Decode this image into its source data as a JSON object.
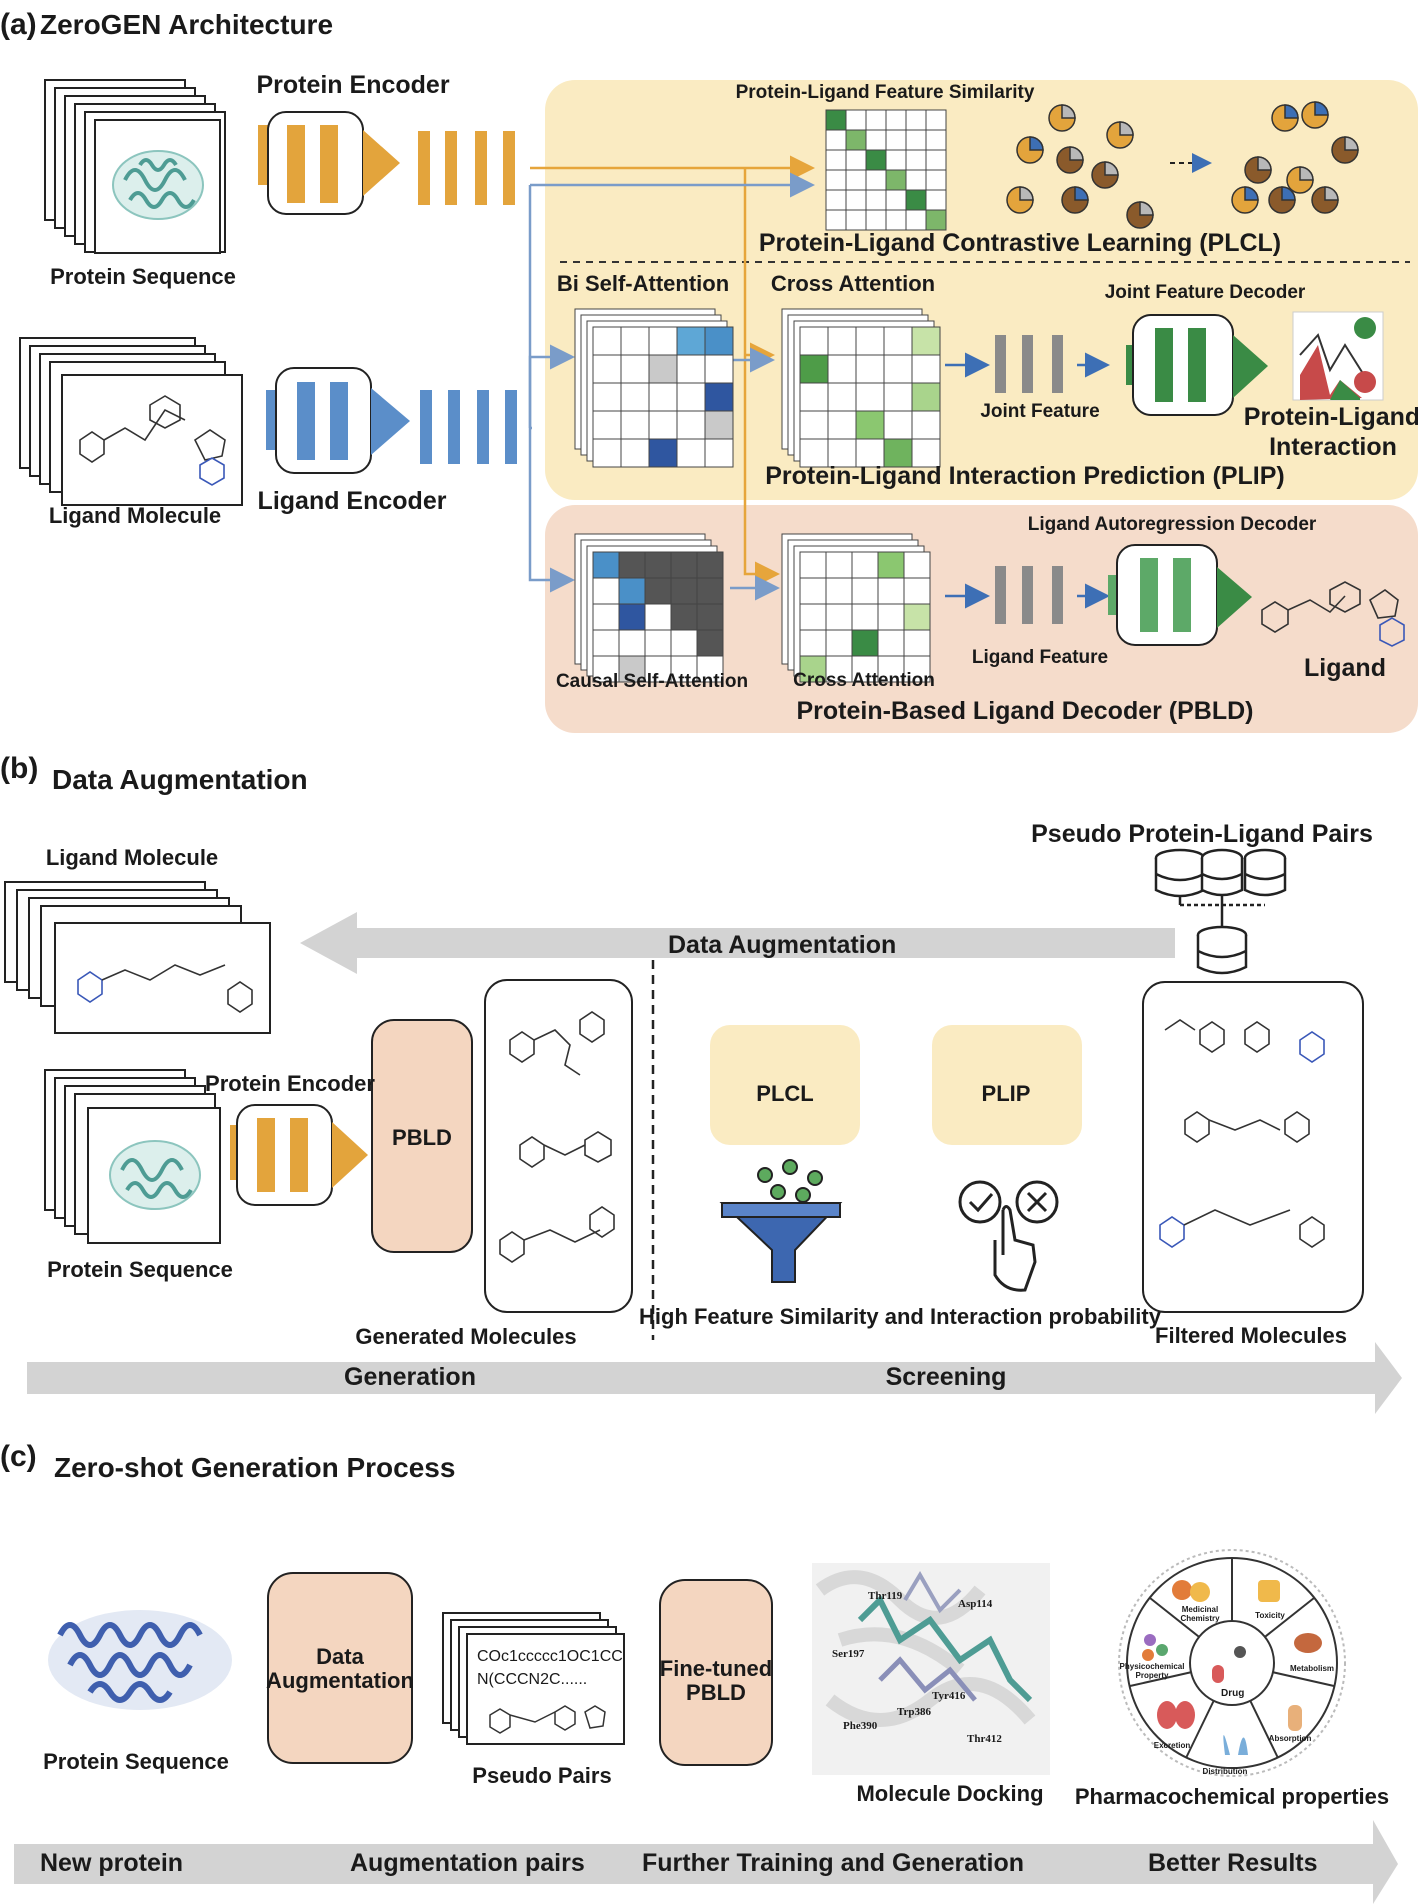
{
  "panel_a": {
    "label": "(a)",
    "title": "ZeroGEN Architecture",
    "protein_sequence": "Protein Sequence",
    "ligand_molecule": "Ligand Molecule",
    "protein_encoder": "Protein Encoder",
    "ligand_encoder": "Ligand Encoder",
    "pl_feature_similarity": "Protein-Ligand Feature Similarity",
    "plcl": "Protein-Ligand Contrastive Learning (PLCL)",
    "bi_self_attention": "Bi Self-Attention",
    "cross_attention_1": "Cross Attention",
    "joint_feature_decoder": "Joint Feature Decoder",
    "joint_feature": "Joint Feature",
    "pl_interaction_line1": "Protein-Ligand",
    "pl_interaction_line2": "Interaction",
    "plip": "Protein-Ligand Interaction Prediction (PLIP)",
    "ligand_autoregression_decoder": "Ligand Autoregression Decoder",
    "causal_self_attention": "Causal Self-Attention",
    "cross_attention_2": "Cross Attention",
    "ligand_feature": "Ligand Feature",
    "ligand": "Ligand",
    "pbld": "Protein-Based Ligand Decoder (PBLD)"
  },
  "panel_b": {
    "label": "(b)",
    "title": "Data Augmentation",
    "ligand_molecule": "Ligand Molecule",
    "protein_sequence": "Protein Sequence",
    "protein_encoder": "Protein Encoder",
    "pbld": "PBLD",
    "generated_molecules": "Generated Molecules",
    "data_augmentation_arrow": "Data Augmentation",
    "pseudo_pairs": "Pseudo Protein-Ligand Pairs",
    "plcl": "PLCL",
    "plip": "PLIP",
    "screening_caption": "High Feature Similarity and Interaction probability",
    "filtered_molecules": "Filtered Molecules",
    "generation": "Generation",
    "screening": "Screening"
  },
  "panel_c": {
    "label": "(c)",
    "title": "Zero-shot Generation Process",
    "protein_sequence": "Protein Sequence",
    "data_augmentation": "Data\nAugmentation",
    "smiles": "COc1ccccc1OC1CC\nN(CCCN2C......",
    "pseudo_pairs": "Pseudo Pairs",
    "fine_tuned_pbld": "Fine-tuned\nPBLD",
    "molecule_docking": "Molecule Docking",
    "docking_residues": [
      "Thr119",
      "Asp114",
      "Ser197",
      "Tyr416",
      "Trp386",
      "Phe390",
      "Thr412"
    ],
    "pharmacochemical_properties": "Pharmacochemical properties",
    "wheel_center": "Drug",
    "wheel_segments": [
      "Medicinal\nChemistry",
      "Toxicity",
      "Metabolism",
      "Absorption",
      "Distribution",
      "Excretion",
      "Physicochemical\nProperty"
    ],
    "timeline": [
      "New protein",
      "Augmentation pairs",
      "Further Training and Generation",
      "Better Results"
    ]
  },
  "colors": {
    "encoder_orange": "#E3A43C",
    "encoder_blue": "#5B8EC9",
    "plcl_bg": "#FAEBC2",
    "pbld_bg": "#F5DCCB",
    "box_peach": "#F4D6C0",
    "green_dark": "#3A8B45",
    "green_light": "#A9D48C",
    "arrow_gray": "#D3D3D3",
    "flow_orange": "#E6A53B",
    "flow_blue": "#7A9CC9"
  }
}
